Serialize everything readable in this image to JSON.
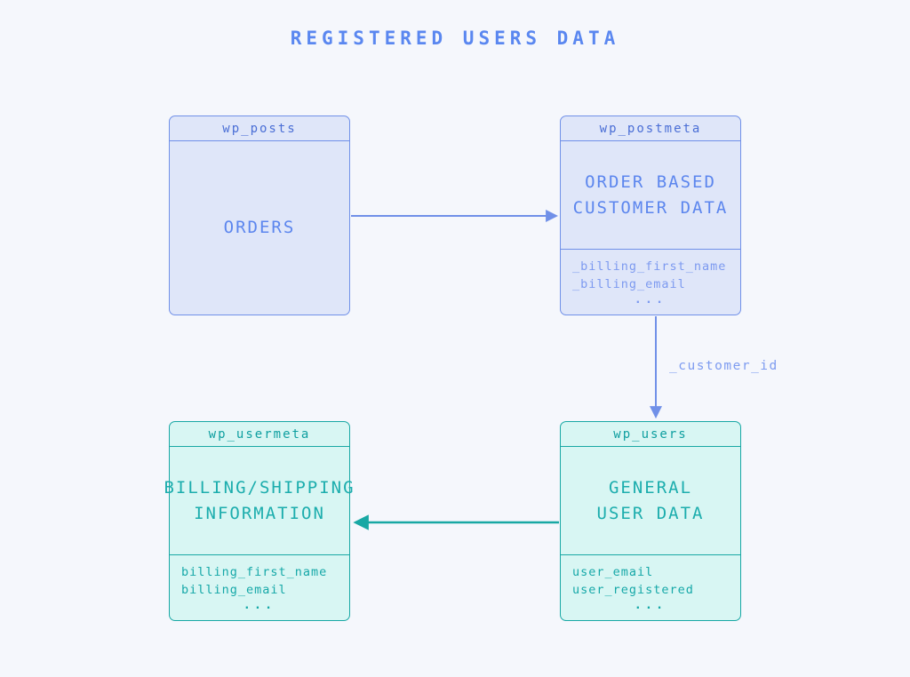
{
  "title": "REGISTERED USERS DATA",
  "colors": {
    "background": "#f5f7fc",
    "blue_border": "#7090e8",
    "blue_fill": "#dfe6f9",
    "blue_header_text": "#4b6fd6",
    "blue_body_text": "#5c86ee",
    "blue_footer_text": "#7d9af0",
    "teal_border": "#18a8a4",
    "teal_fill": "#d8f6f3",
    "teal_text": "#1cadad",
    "title_text": "#5a87f0"
  },
  "tables": [
    {
      "name": "wp_posts",
      "theme": "blue",
      "title_lines": [
        "ORDERS"
      ],
      "fields": [],
      "ellipsis": ""
    },
    {
      "name": "wp_postmeta",
      "theme": "blue",
      "title_lines": [
        "ORDER BASED",
        "CUSTOMER DATA"
      ],
      "fields": [
        "_billing_first_name",
        "_billing_email"
      ],
      "ellipsis": "..."
    },
    {
      "name": "wp_usermeta",
      "theme": "teal",
      "title_lines": [
        "BILLING/SHIPPING",
        "INFORMATION"
      ],
      "fields": [
        "billing_first_name",
        "billing_email"
      ],
      "ellipsis": "..."
    },
    {
      "name": "wp_users",
      "theme": "teal",
      "title_lines": [
        "GENERAL",
        "USER DATA"
      ],
      "fields": [
        "user_email",
        "user_registered"
      ],
      "ellipsis": "..."
    }
  ],
  "connections": [
    {
      "from": "wp_posts",
      "to": "wp_postmeta",
      "label": ""
    },
    {
      "from": "wp_postmeta",
      "to": "wp_users",
      "label": "_customer_id"
    },
    {
      "from": "wp_users",
      "to": "wp_usermeta",
      "label": ""
    }
  ]
}
